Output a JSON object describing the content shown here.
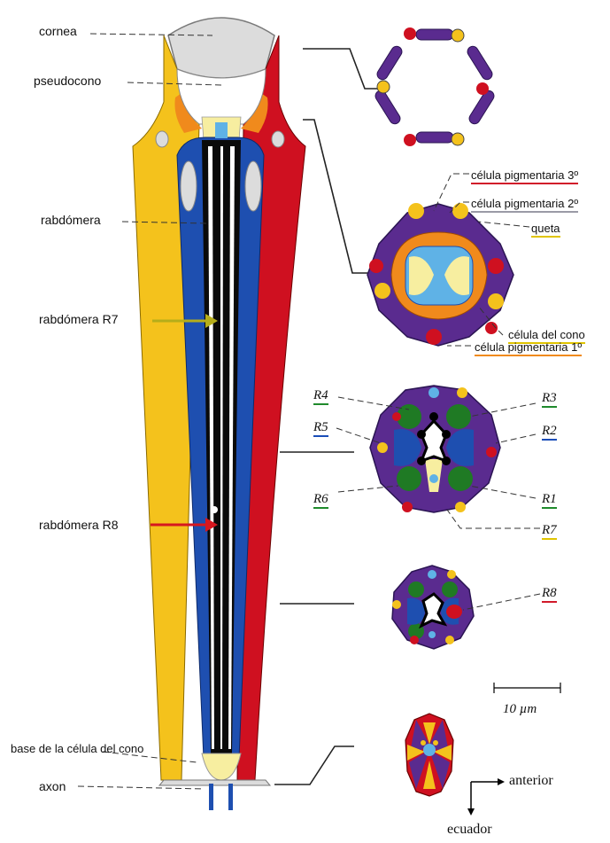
{
  "colors": {
    "purple": "#5a2b8f",
    "yellow": "#f4c21c",
    "red": "#cf1020",
    "blue": "#1e4fb0",
    "orange": "#f08a1c",
    "green": "#1f7a24",
    "light_blue": "#5fb2e6",
    "pale_yellow": "#f7eea0",
    "gray": "#d9d9d9"
  },
  "labels": {
    "cornea": "cornea",
    "pseudocono": "pseudocono",
    "rabdomera": "rabdómera",
    "rabdomera_r7": "rabdómera R7",
    "rabdomera_r8": "rabdómera R8",
    "base_celula_cono": "base de la célula del cono",
    "axon": "axon",
    "pigmentaria_3": "célula pigmentaria 3º",
    "pigmentaria_2": "célula pigmentaria 2º",
    "queta": "queta",
    "celula_cono": "célula del cono",
    "pigmentaria_1": "célula pigmentaria 1º",
    "r1": "R1",
    "r2": "R2",
    "r3": "R3",
    "r4": "R4",
    "r5": "R5",
    "r6": "R6",
    "r7": "R7",
    "r8": "R8"
  },
  "scale_bar": "10 µm",
  "axes": {
    "anterior": "anterior",
    "ecuador": "ecuador"
  }
}
